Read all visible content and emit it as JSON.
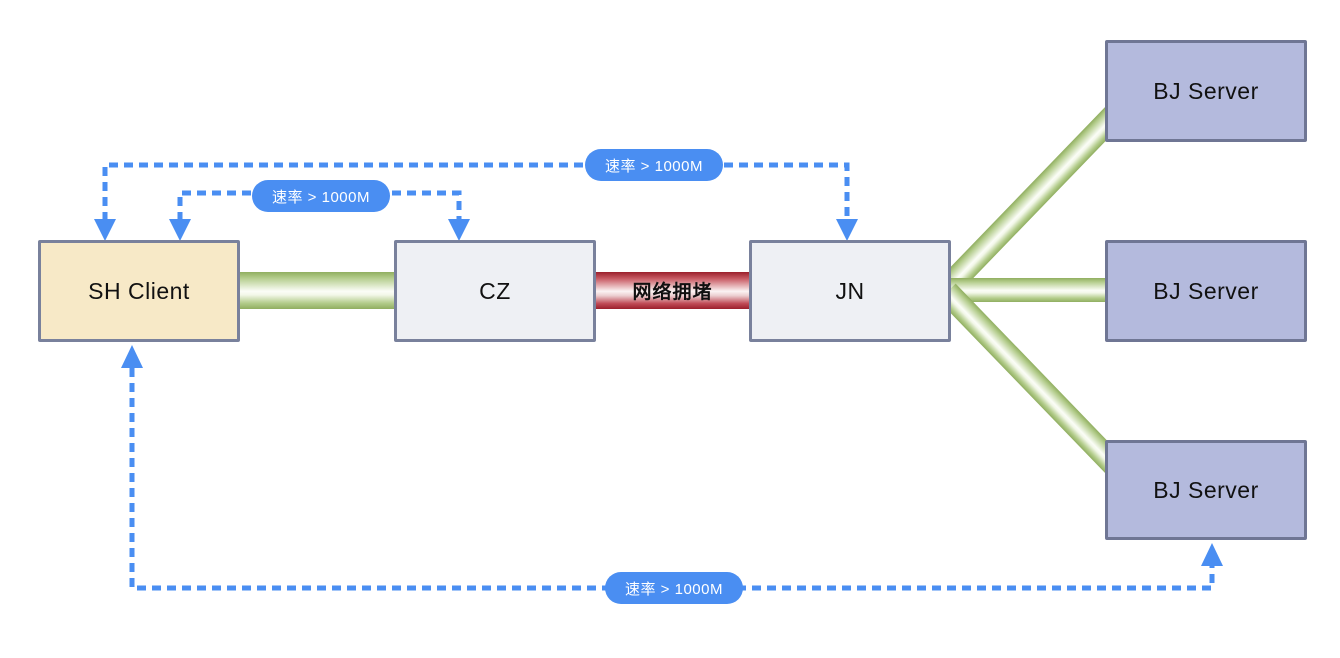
{
  "diagram": {
    "title": "network-topology",
    "background": "#ffffff",
    "colors": {
      "accent_blue": "#4a8ef2",
      "client_fill": "#f7e9c7",
      "relay_fill": "#eef0f4",
      "server_fill": "#b4badd",
      "box_border": "#79819c",
      "tube_green_dark": "#90ae60",
      "tube_red_dark": "#9b1f2b"
    },
    "nodes": [
      {
        "id": "sh-client",
        "label": "SH Client"
      },
      {
        "id": "cz",
        "label": "CZ"
      },
      {
        "id": "jn",
        "label": "JN"
      },
      {
        "id": "bj-server-1",
        "label": "BJ Server"
      },
      {
        "id": "bj-server-2",
        "label": "BJ Server"
      },
      {
        "id": "bj-server-3",
        "label": "BJ Server"
      }
    ],
    "links": {
      "congestion_label": "网络拥堵",
      "rate_labels": [
        "速率 > 1000M",
        "速率 > 1000M",
        "速率 > 1000M"
      ]
    }
  }
}
